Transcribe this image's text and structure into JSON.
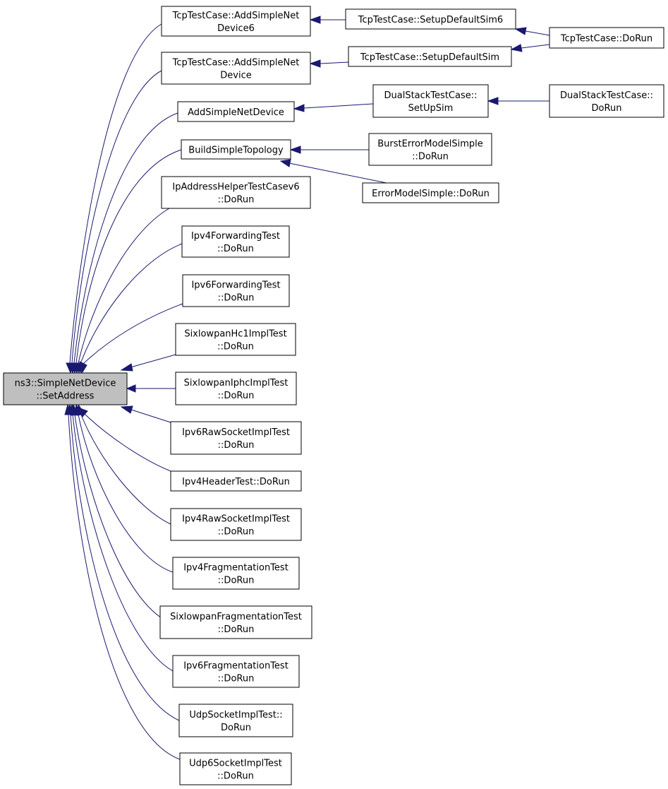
{
  "graph": {
    "root": "root",
    "colors": {
      "edge": "#191970",
      "root_fill": "#bfbfbf",
      "node_fill": "#ffffff",
      "border": "#000000"
    },
    "nodes": [
      {
        "id": "root",
        "lines": [
          "ns3::SimpleNetDevice",
          "::SetAddress"
        ]
      },
      {
        "id": "tcp_add6",
        "lines": [
          "TcpTestCase::AddSimpleNet",
          "Device6"
        ]
      },
      {
        "id": "tcp_add",
        "lines": [
          "TcpTestCase::AddSimpleNet",
          "Device"
        ]
      },
      {
        "id": "add_simple",
        "lines": [
          "AddSimpleNetDevice"
        ]
      },
      {
        "id": "build_topo",
        "lines": [
          "BuildSimpleTopology"
        ]
      },
      {
        "id": "ipaddr_v6",
        "lines": [
          "IpAddressHelperTestCasev6",
          "::DoRun"
        ]
      },
      {
        "id": "ipv4_fwd",
        "lines": [
          "Ipv4ForwardingTest",
          "::DoRun"
        ]
      },
      {
        "id": "ipv6_fwd",
        "lines": [
          "Ipv6ForwardingTest",
          "::DoRun"
        ]
      },
      {
        "id": "sixlo_hc1",
        "lines": [
          "SixlowpanHc1ImplTest",
          "::DoRun"
        ]
      },
      {
        "id": "sixlo_iphc",
        "lines": [
          "SixlowpanIphcImplTest",
          "::DoRun"
        ]
      },
      {
        "id": "ipv6_raw",
        "lines": [
          "Ipv6RawSocketImplTest",
          "::DoRun"
        ]
      },
      {
        "id": "ipv4_hdr",
        "lines": [
          "Ipv4HeaderTest::DoRun"
        ]
      },
      {
        "id": "ipv4_raw",
        "lines": [
          "Ipv4RawSocketImplTest",
          "::DoRun"
        ]
      },
      {
        "id": "ipv4_frag",
        "lines": [
          "Ipv4FragmentationTest",
          "::DoRun"
        ]
      },
      {
        "id": "sixlo_frag",
        "lines": [
          "SixlowpanFragmentationTest",
          "::DoRun"
        ]
      },
      {
        "id": "ipv6_frag",
        "lines": [
          "Ipv6FragmentationTest",
          "::DoRun"
        ]
      },
      {
        "id": "udp_sock",
        "lines": [
          "UdpSocketImplTest::",
          "DoRun"
        ]
      },
      {
        "id": "udp6_sock",
        "lines": [
          "Udp6SocketImplTest",
          "::DoRun"
        ]
      },
      {
        "id": "tcp_setup6",
        "lines": [
          "TcpTestCase::SetupDefaultSim6"
        ]
      },
      {
        "id": "tcp_setup",
        "lines": [
          "TcpTestCase::SetupDefaultSim"
        ]
      },
      {
        "id": "dual_setup",
        "lines": [
          "DualStackTestCase::",
          "SetUpSim"
        ]
      },
      {
        "id": "burst_err",
        "lines": [
          "BurstErrorModelSimple",
          "::DoRun"
        ]
      },
      {
        "id": "err_model",
        "lines": [
          "ErrorModelSimple::DoRun"
        ]
      },
      {
        "id": "tcp_dorun",
        "lines": [
          "TcpTestCase::DoRun"
        ]
      },
      {
        "id": "dual_dorun",
        "lines": [
          "DualStackTestCase::",
          "DoRun"
        ]
      }
    ],
    "edges": [
      {
        "from": "tcp_add6",
        "to": "root"
      },
      {
        "from": "tcp_add",
        "to": "root"
      },
      {
        "from": "add_simple",
        "to": "root"
      },
      {
        "from": "build_topo",
        "to": "root"
      },
      {
        "from": "ipaddr_v6",
        "to": "root"
      },
      {
        "from": "ipv4_fwd",
        "to": "root"
      },
      {
        "from": "ipv6_fwd",
        "to": "root"
      },
      {
        "from": "sixlo_hc1",
        "to": "root"
      },
      {
        "from": "sixlo_iphc",
        "to": "root"
      },
      {
        "from": "ipv6_raw",
        "to": "root"
      },
      {
        "from": "ipv4_hdr",
        "to": "root"
      },
      {
        "from": "ipv4_raw",
        "to": "root"
      },
      {
        "from": "ipv4_frag",
        "to": "root"
      },
      {
        "from": "sixlo_frag",
        "to": "root"
      },
      {
        "from": "ipv6_frag",
        "to": "root"
      },
      {
        "from": "udp_sock",
        "to": "root"
      },
      {
        "from": "udp6_sock",
        "to": "root"
      },
      {
        "from": "tcp_setup6",
        "to": "tcp_add6"
      },
      {
        "from": "tcp_setup",
        "to": "tcp_add"
      },
      {
        "from": "dual_setup",
        "to": "add_simple"
      },
      {
        "from": "burst_err",
        "to": "build_topo"
      },
      {
        "from": "err_model",
        "to": "build_topo"
      },
      {
        "from": "tcp_dorun",
        "to": "tcp_setup6"
      },
      {
        "from": "tcp_dorun",
        "to": "tcp_setup"
      },
      {
        "from": "dual_dorun",
        "to": "dual_setup"
      }
    ]
  }
}
